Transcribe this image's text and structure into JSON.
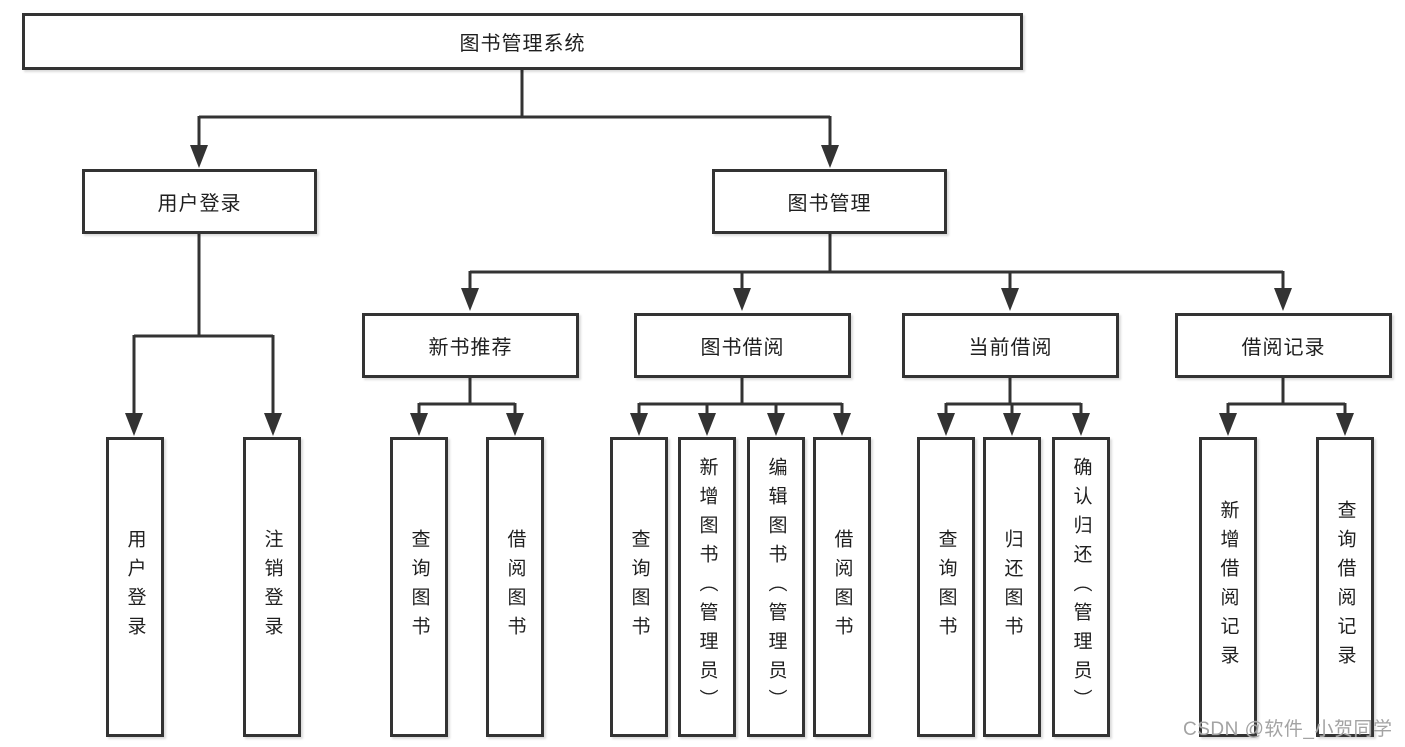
{
  "tree": {
    "label": "图书管理系统",
    "children": [
      {
        "label": "用户登录",
        "children": [
          {
            "label": "用户登录"
          },
          {
            "label": "注销登录"
          }
        ]
      },
      {
        "label": "图书管理",
        "children": [
          {
            "label": "新书推荐",
            "children": [
              {
                "label": "查询图书"
              },
              {
                "label": "借阅图书"
              }
            ]
          },
          {
            "label": "图书借阅",
            "children": [
              {
                "label": "查询图书"
              },
              {
                "label": "新增图书（管理员）"
              },
              {
                "label": "编辑图书（管理员）"
              },
              {
                "label": "借阅图书"
              }
            ]
          },
          {
            "label": "当前借阅",
            "children": [
              {
                "label": "查询图书"
              },
              {
                "label": "归还图书"
              },
              {
                "label": "确认归还（管理员）"
              }
            ]
          },
          {
            "label": "借阅记录",
            "children": [
              {
                "label": "新增借阅记录"
              },
              {
                "label": "查询借阅记录"
              }
            ]
          }
        ]
      }
    ]
  },
  "watermark": {
    "text": "CSDN @软件_小贺同学"
  },
  "colors": {
    "box_border": "#333333",
    "connector_line": "#333333",
    "label_text": "#1f1f1f",
    "watermark_text": "#a3a3a3",
    "background": "#ffffff"
  }
}
